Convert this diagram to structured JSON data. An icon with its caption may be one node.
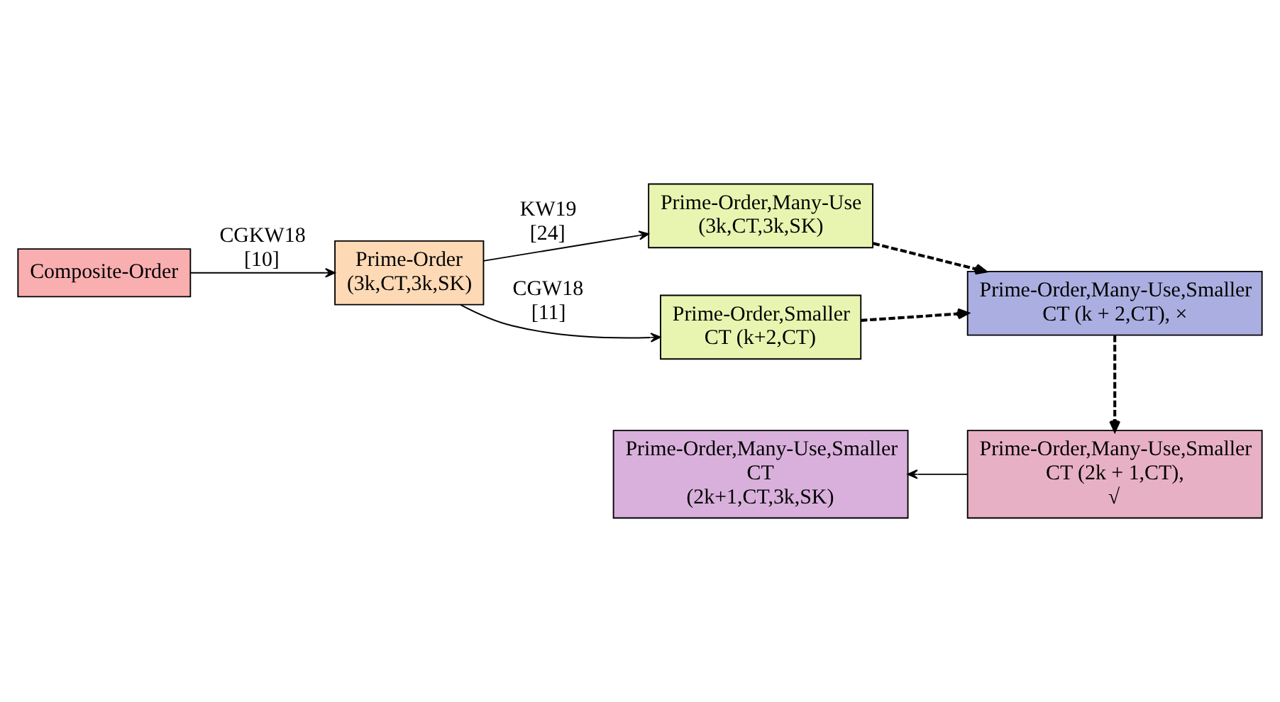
{
  "diagram": {
    "nodes": [
      {
        "text": [
          "Composite-Order"
        ]
      },
      {
        "text": [
          "Prime-Order (3k,CT,3k,SK)"
        ]
      },
      {
        "text": [
          "Prime-Order,Many-Use (3k,CT,3k,SK)"
        ]
      },
      {
        "text": [
          "Prime-Order,Smaller CT (k+2,CT)"
        ]
      },
      {
        "text": [
          "Prime-Order,Many-Use,Smaller CT (k + 2,CT), ×"
        ]
      },
      {
        "text": [
          "Prime-Order,Many-Use,Smaller CT (2k + 1,CT), √"
        ]
      },
      {
        "text": [
          "Prime-Order,Many-Use,Smaller CT (2k+1,CT,3k,SK)"
        ]
      }
    ],
    "edges": [
      {
        "from": 0,
        "to": 1,
        "arrow": "to",
        "label": "CGKW18 [10]"
      },
      {
        "from": 1,
        "to": 2,
        "arrow": "to",
        "label": "KW19 [24]"
      },
      {
        "from": 1,
        "to": 3,
        "arrow": "to",
        "label": "CGW18 [11]"
      },
      {
        "from": 2,
        "to": 4,
        "arrow": "to",
        "style": "dashed"
      },
      {
        "from": 3,
        "to": 4,
        "arrow": "to",
        "style": "dashed"
      },
      {
        "from": 4,
        "to": 5,
        "arrow": "to",
        "style": "dashed"
      },
      {
        "from": 5,
        "to": 6,
        "arrow": "to"
      }
    ]
  }
}
